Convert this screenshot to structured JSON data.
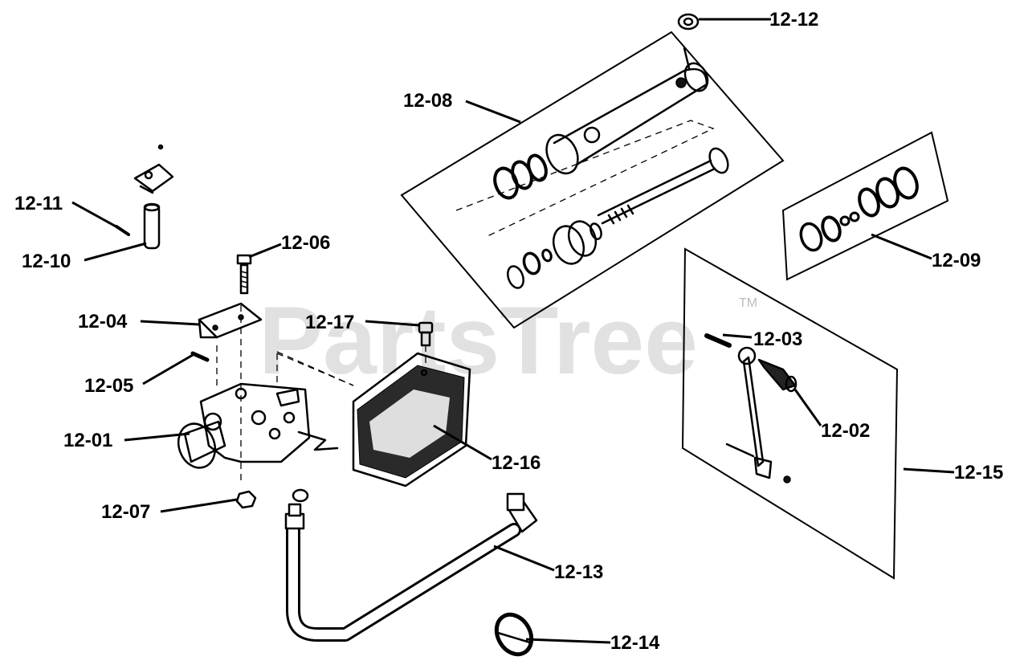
{
  "watermark": {
    "text": "PartsTree",
    "trademark": "TM"
  },
  "callouts": {
    "c1201": "12-01",
    "c1202": "12-02",
    "c1203": "12-03",
    "c1204": "12-04",
    "c1205": "12-05",
    "c1206": "12-06",
    "c1207": "12-07",
    "c1208": "12-08",
    "c1209": "12-09",
    "c1210": "12-10",
    "c1211": "12-11",
    "c1212": "12-12",
    "c1213": "12-13",
    "c1214": "12-14",
    "c1215": "12-15",
    "c1216": "12-16",
    "c1217": "12-17"
  }
}
